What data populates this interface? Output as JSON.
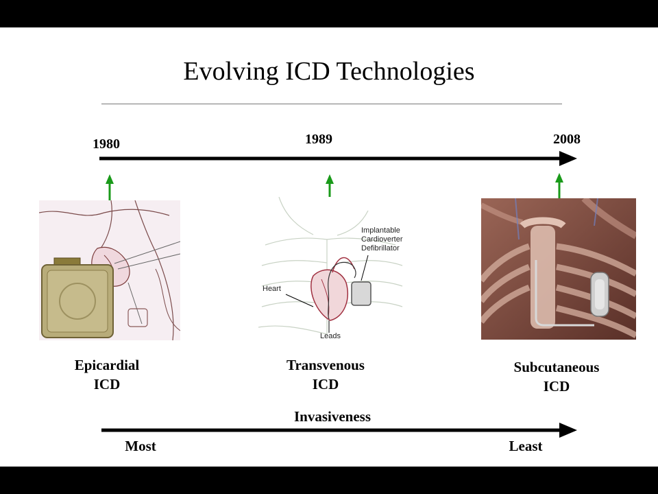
{
  "slide": {
    "title": "Evolving ICD Technologies"
  },
  "timeline": {
    "years": [
      "1980",
      "1989",
      "2008"
    ]
  },
  "devices": [
    {
      "line1": "Epicardial",
      "line2": "ICD"
    },
    {
      "line1": "Transvenous",
      "line2": "ICD"
    },
    {
      "line1": "Subcutaneous",
      "line2": "ICD"
    }
  ],
  "transvenous_diagram": {
    "callout_line1": "Implantable",
    "callout_line2": "Cardioverter",
    "callout_line3": "Defibrillator",
    "heart_label": "Heart",
    "leads_label": "Leads"
  },
  "invasiveness": {
    "title": "Invasiveness",
    "left": "Most",
    "right": "Least"
  },
  "colors": {
    "arrow": "#000000",
    "indicator": "#1a9a1a",
    "background": "#ffffff",
    "letterbox": "#000000"
  }
}
